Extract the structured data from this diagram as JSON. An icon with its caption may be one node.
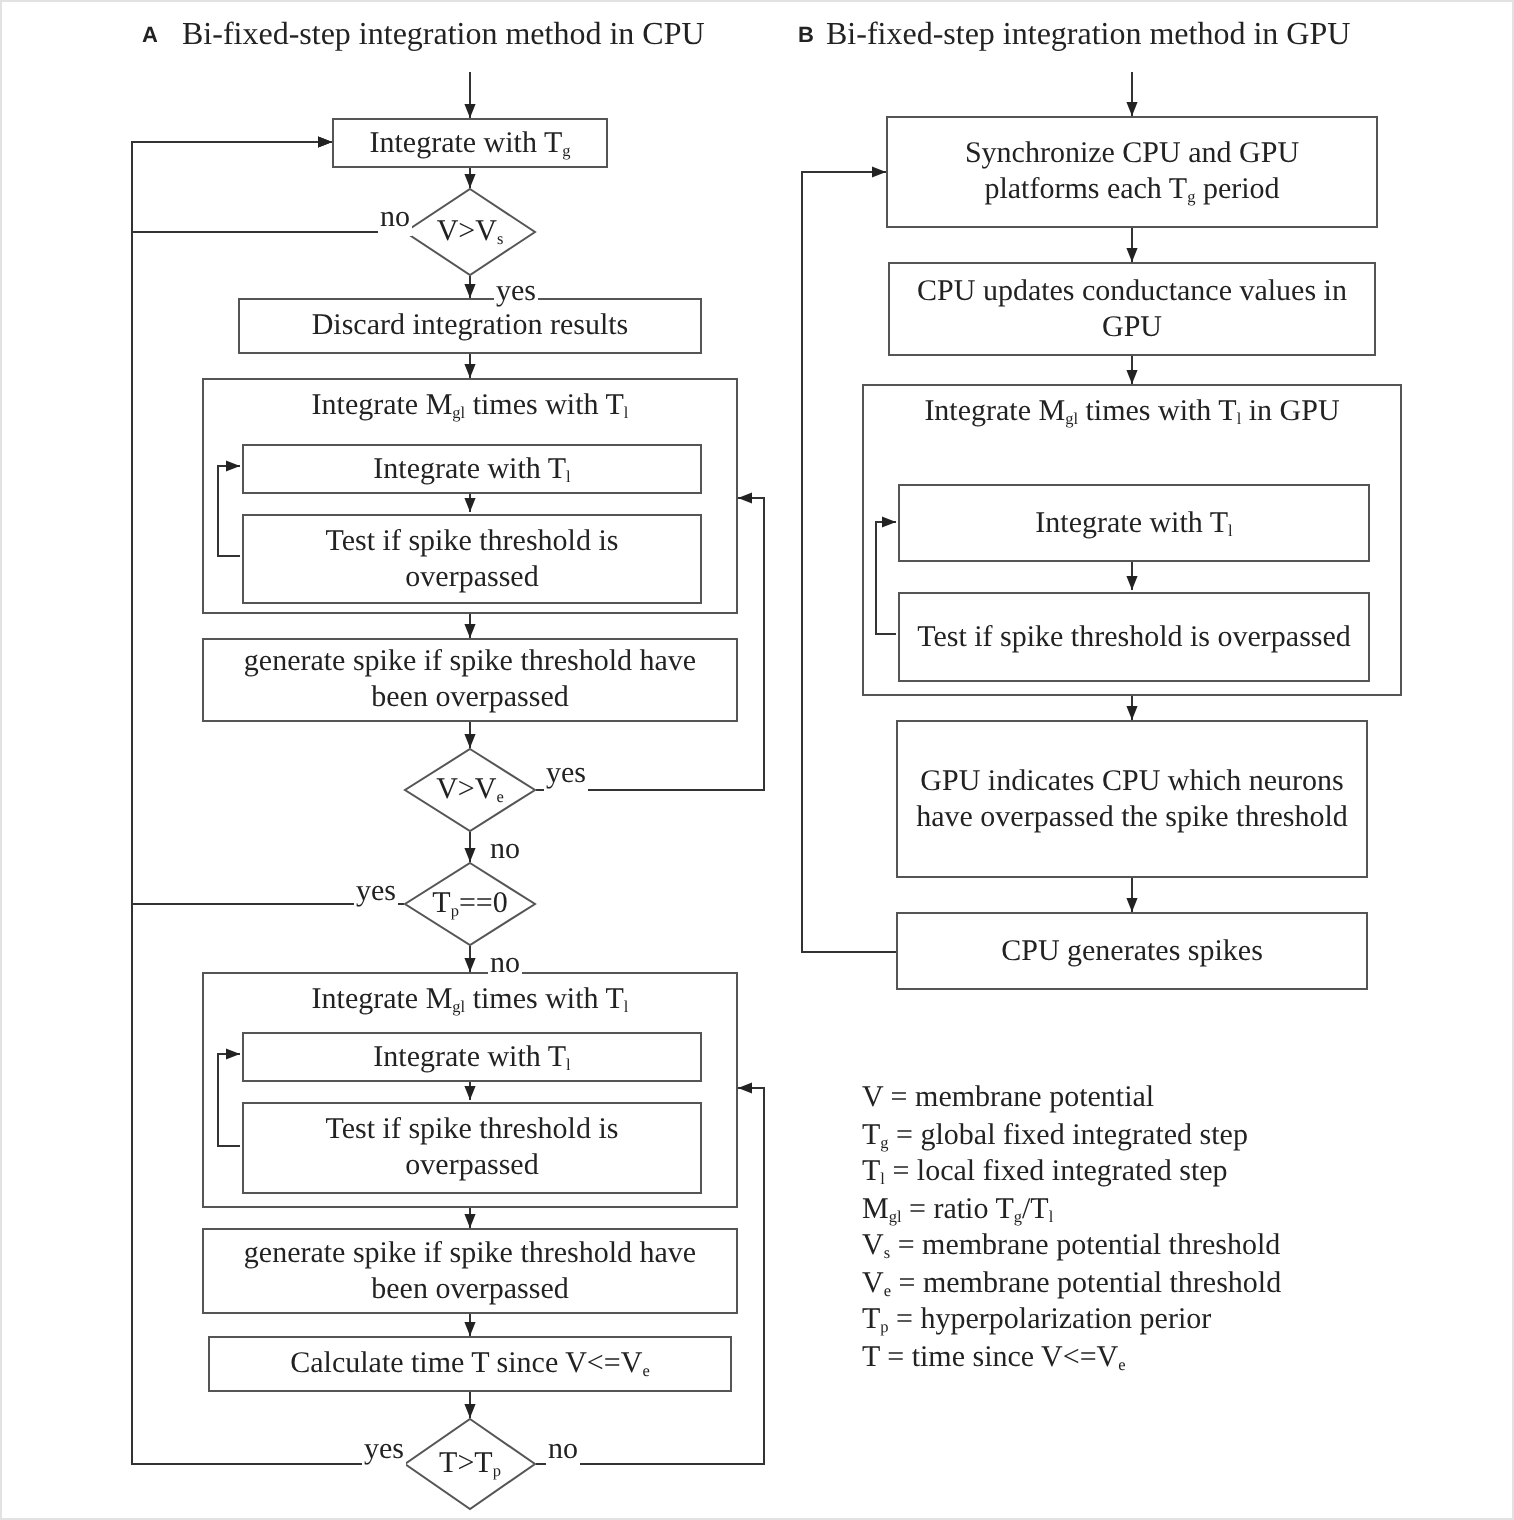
{
  "diagram": {
    "nodes": [
      {
        "text": [
          "Integrate with T$_{g}$"
        ]
      },
      {
        "text": [
          "V>V$_{s}$"
        ]
      },
      {
        "text": [
          "Discard integration results"
        ]
      },
      {
        "text": [
          "Integrate M$_{gl}$ times with T$_{l}$"
        ]
      },
      {
        "text": [
          "Integrate with T$_{l}$"
        ],
        "in": 3
      },
      {
        "text": [
          "Test if spike threshold is overpassed"
        ],
        "in": 3
      },
      {
        "text": [
          "generate spike if spike threshold have been overpassed"
        ]
      },
      {
        "text": [
          "V>V$_{e}$"
        ]
      },
      {
        "text": [
          "T$_{p}$==0"
        ]
      },
      {
        "text": [
          "Integrate M$_{gl}$ times with T$_{l}$"
        ]
      },
      {
        "text": [
          "Integrate with T$_{l}$"
        ],
        "in": 9
      },
      {
        "text": [
          "Test if spike threshold is overpassed"
        ],
        "in": 9
      },
      {
        "text": [
          "generate spike if spike threshold have been overpassed"
        ]
      },
      {
        "text": [
          "Calculate time T since V<=V$_{e}$"
        ]
      },
      {
        "text": [
          "T>T$_{p}$"
        ]
      },
      {
        "text": [
          "Synchronize CPU and GPU platforms each T$_{g}$ period"
        ]
      },
      {
        "text": [
          "CPU updates conductance values in GPU"
        ]
      },
      {
        "text": [
          "Integrate M$_{gl}$ times with T$_{l}$ in GPU"
        ]
      },
      {
        "text": [
          "Integrate with T$_{l}$"
        ],
        "in": 17
      },
      {
        "text": [
          "Test if spike threshold is overpassed"
        ],
        "in": 17
      },
      {
        "text": [
          "GPU indicates CPU which neurons have overpassed the spike threshold"
        ]
      },
      {
        "text": [
          "CPU generates spikes"
        ]
      }
    ],
    "edges": [
      {
        "from": null,
        "to": 0,
        "arrow": "to"
      },
      {
        "from": 0,
        "to": 1,
        "arrow": "to"
      },
      {
        "from": 1,
        "to": 0,
        "arrow": "to",
        "label": "no"
      },
      {
        "from": 1,
        "to": 2,
        "arrow": "to",
        "label": "yes"
      },
      {
        "from": 2,
        "to": 3,
        "arrow": "to"
      },
      {
        "from": 4,
        "to": 5,
        "arrow": "to"
      },
      {
        "from": 5,
        "to": 4,
        "arrow": "to"
      },
      {
        "from": 3,
        "to": 6,
        "arrow": "to"
      },
      {
        "from": 6,
        "to": 7,
        "arrow": "to"
      },
      {
        "from": 7,
        "to": 3,
        "arrow": "to",
        "label": "yes"
      },
      {
        "from": 7,
        "to": 8,
        "arrow": "to",
        "label": "no"
      },
      {
        "from": 8,
        "to": 0,
        "arrow": "to",
        "label": "yes"
      },
      {
        "from": 8,
        "to": 9,
        "arrow": "to",
        "label": "no"
      },
      {
        "from": 10,
        "to": 11,
        "arrow": "to"
      },
      {
        "from": 11,
        "to": 10,
        "arrow": "to"
      },
      {
        "from": 9,
        "to": 12,
        "arrow": "to"
      },
      {
        "from": 12,
        "to": 13,
        "arrow": "to"
      },
      {
        "from": 13,
        "to": 14,
        "arrow": "to"
      },
      {
        "from": 14,
        "to": 0,
        "arrow": "to",
        "label": "yes"
      },
      {
        "from": 14,
        "to": 9,
        "arrow": "to",
        "label": "no"
      },
      {
        "from": null,
        "to": 15,
        "arrow": "to"
      },
      {
        "from": 15,
        "to": 16,
        "arrow": "to"
      },
      {
        "from": 16,
        "to": 17,
        "arrow": "to"
      },
      {
        "from": 18,
        "to": 19,
        "arrow": "to"
      },
      {
        "from": 19,
        "to": 18,
        "arrow": "to"
      },
      {
        "from": 17,
        "to": 20,
        "arrow": "to"
      },
      {
        "from": 20,
        "to": 21,
        "arrow": "to"
      },
      {
        "from": 21,
        "to": 15,
        "arrow": "to"
      }
    ],
    "labels": [
      "A",
      "Bi-fixed-step integration method in CPU",
      "B",
      "Bi-fixed-step integration method in GPU",
      "V = membrane potential",
      "T$_{g}$ = global fixed integrated step",
      "T$_{l}$ = local fixed integrated step",
      "M$_{gl}$ = ratio T$_{g}$/T$_{l}$",
      "V$_{s}$ = membrane potential threshold",
      "V$_{e}$ = membrane potential threshold",
      "T$_{p}$ = hyperpolarization perior",
      "T = time since V<=V$_{e}$"
    ]
  }
}
